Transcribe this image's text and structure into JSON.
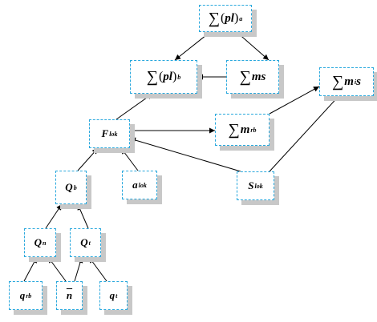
{
  "colors": {
    "border": "#29a8dd",
    "shadow": "#c8c8c8",
    "text": "#000000",
    "arrow": "#000000"
  },
  "nodes": {
    "sum_pl_a": {
      "symbol": "∑",
      "open": "(",
      "main": "pl",
      "close": ")",
      "sub": "a"
    },
    "sum_pl_b": {
      "symbol": "∑",
      "open": "(",
      "main": "pl",
      "close": ")",
      "sub": "b"
    },
    "sum_ms": {
      "symbol": "∑",
      "main": "ms"
    },
    "sum_mis": {
      "symbol": "∑",
      "main": "m",
      "sub": "i",
      "tail": "s"
    },
    "sum_mrb": {
      "symbol": "∑",
      "main": "m",
      "sub": "rb"
    },
    "f_lok": {
      "main": "F",
      "sub": "lok"
    },
    "s_lok": {
      "main": "S",
      "sub": "lok"
    },
    "q_b": {
      "main": "Q",
      "sub": "b"
    },
    "a_lok": {
      "main": "a",
      "sub": "lok"
    },
    "q_n": {
      "main": "Q",
      "sub": "n"
    },
    "q_t": {
      "main": "Q",
      "sub": "t"
    },
    "q_rb": {
      "main": "q",
      "sub": "rb"
    },
    "n_bar": {
      "main": "n"
    },
    "q_t_small": {
      "main": "q",
      "sub": "t"
    }
  }
}
